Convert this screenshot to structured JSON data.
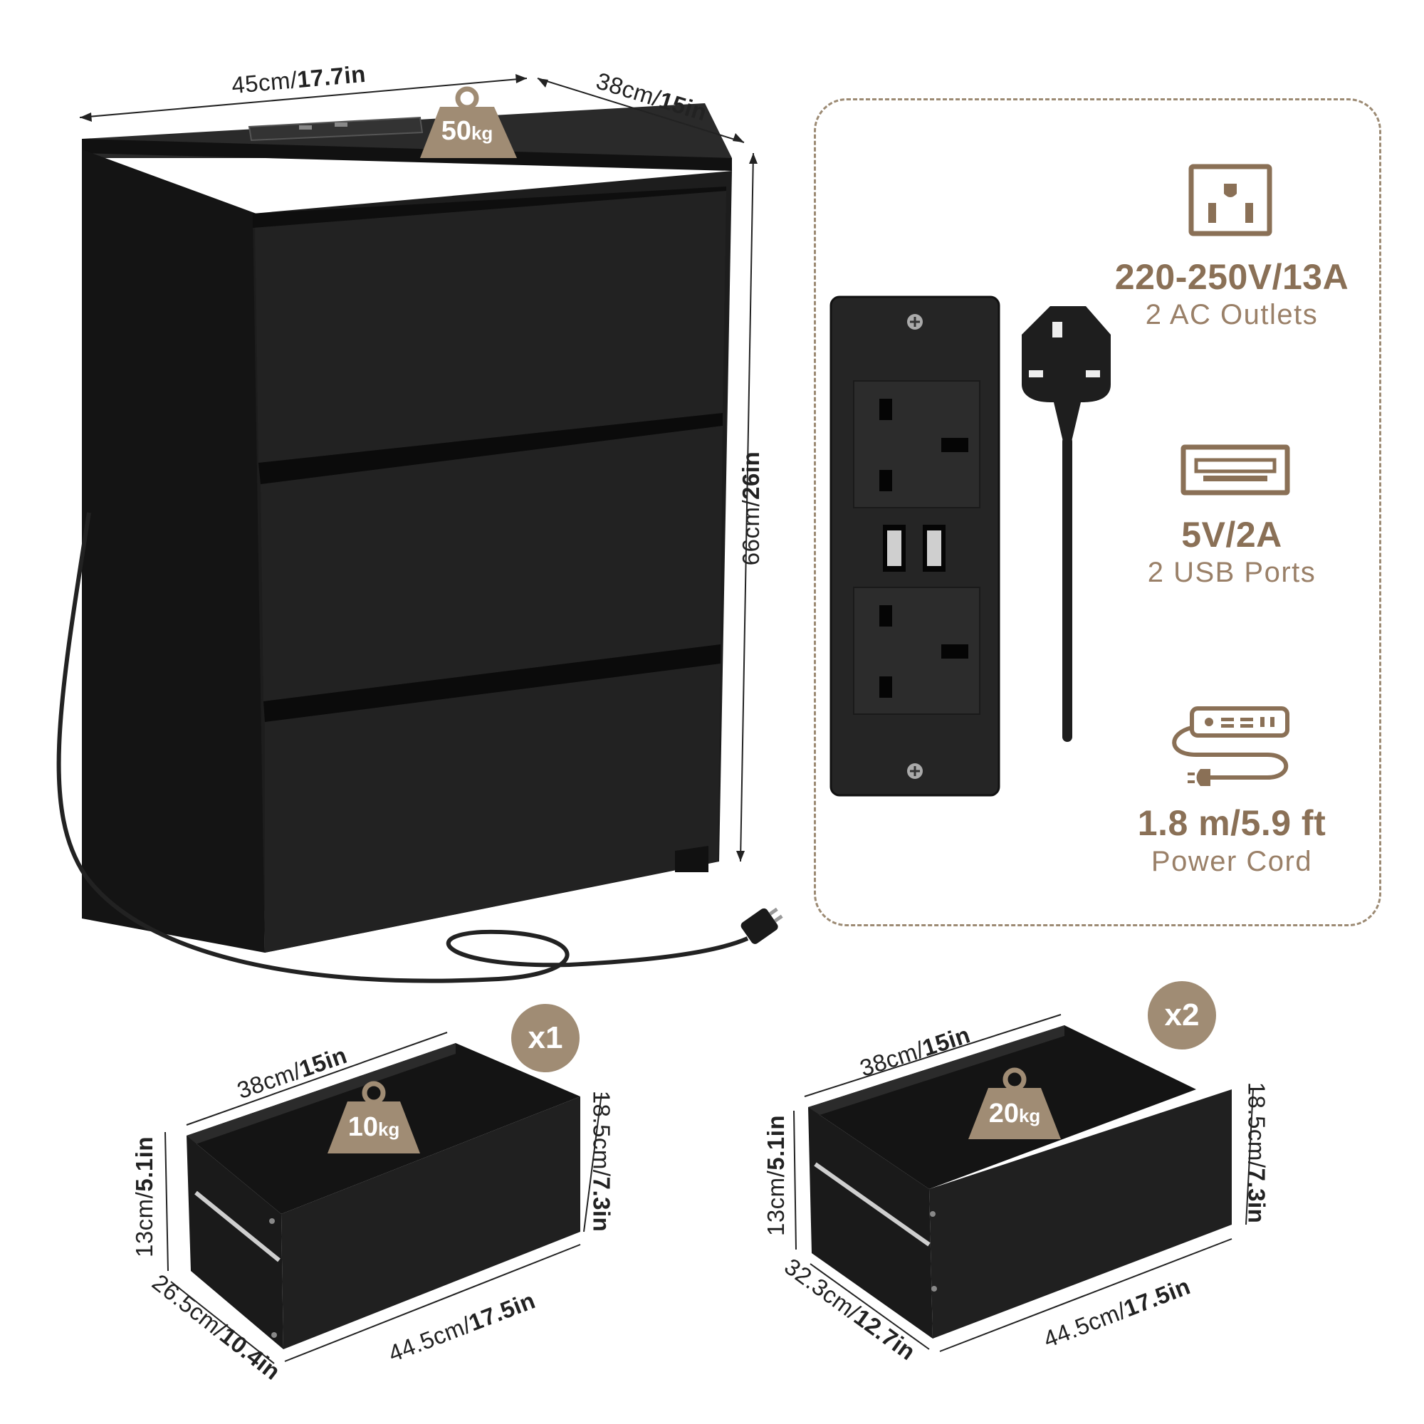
{
  "nightstand": {
    "width_cm": "45cm/",
    "width_in": "17.7in",
    "depth_cm": "38cm/",
    "depth_in": "15in",
    "height_cm": "66cm/",
    "height_in": "26in",
    "load_value": "50",
    "load_unit": "kg"
  },
  "specs": {
    "outlets_value": "220-250V/13A",
    "outlets_label": "2 AC Outlets",
    "usb_value": "5V/2A",
    "usb_label": "2 USB Ports",
    "cord_value": "1.8 m/5.9 ft",
    "cord_label": "Power Cord",
    "icons": [
      "ac-outlet-icon",
      "usb-port-icon",
      "power-strip-cord-icon"
    ]
  },
  "top_drawer": {
    "quantity": "x1",
    "width_cm": "38cm/",
    "width_in": "15in",
    "height_cm": "13cm/",
    "height_in": "5.1in",
    "front_height_cm": "18.5cm/",
    "front_height_in": "7.3in",
    "depth_cm": "26.5cm/",
    "depth_in": "10.4in",
    "length_cm": "44.5cm/",
    "length_in": "17.5in",
    "load_value": "10",
    "load_unit": "kg"
  },
  "lower_drawer": {
    "quantity": "x2",
    "width_cm": "38cm/",
    "width_in": "15in",
    "height_cm": "13cm/",
    "height_in": "5.1in",
    "front_height_cm": "18.5cm/",
    "front_height_in": "7.3in",
    "depth_cm": "32.3cm/",
    "depth_in": "12.7in",
    "length_cm": "44.5cm/",
    "length_in": "17.5in",
    "load_value": "20",
    "load_unit": "kg"
  },
  "colors": {
    "furniture": "#1c1c1c",
    "accent": "#a08c74",
    "text_accent": "#8a7056"
  }
}
